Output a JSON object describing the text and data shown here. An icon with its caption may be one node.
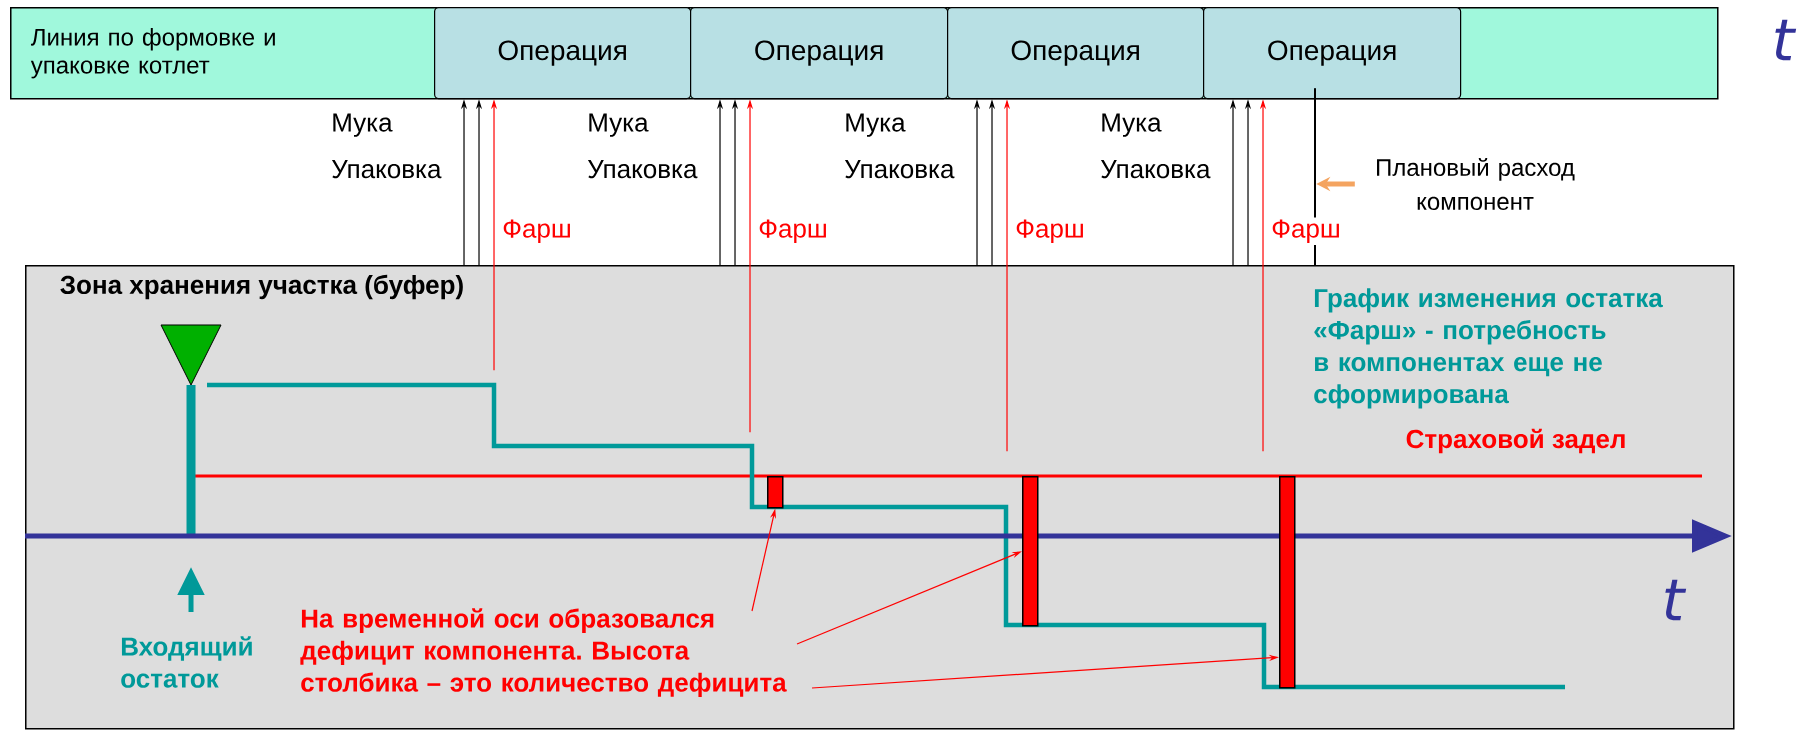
{
  "diagram": {
    "nodes": [
      {
        "text": [
          "Линия по формовке и упаковке котлет"
        ]
      },
      {
        "text": [
          "Операция"
        ],
        "in": 0
      },
      {
        "text": [
          "Операция"
        ],
        "in": 0
      },
      {
        "text": [
          "Операция"
        ],
        "in": 0
      },
      {
        "text": [
          "Операция"
        ],
        "in": 0
      },
      {
        "text": [
          "Плановый расход компонент"
        ]
      },
      {
        "text": [],
        "shape": "line"
      },
      {
        "text": [
          "Зона хранения участка (буфер)"
        ]
      },
      {
        "text": [
          "На временной оси образовался дефицит компонента. Высота столбика – это количество дефицита"
        ],
        "in": 7
      },
      {
        "text": [],
        "shape": "bar",
        "in": 7
      },
      {
        "text": [],
        "shape": "bar",
        "in": 7
      },
      {
        "text": [],
        "shape": "bar",
        "in": 7
      }
    ],
    "edges": [
      {
        "from": 7,
        "to": 1,
        "arrow": "to",
        "label": "Мука"
      },
      {
        "from": 7,
        "to": 1,
        "arrow": "to",
        "label": "Упаковка"
      },
      {
        "from": null,
        "to": 1,
        "arrow": "to",
        "label": "Фарш",
        "color": "#ff0000"
      },
      {
        "from": 7,
        "to": 2,
        "arrow": "to",
        "label": "Мука"
      },
      {
        "from": 7,
        "to": 2,
        "arrow": "to",
        "label": "Упаковка"
      },
      {
        "from": null,
        "to": 2,
        "arrow": "to",
        "label": "Фарш",
        "color": "#ff0000"
      },
      {
        "from": 7,
        "to": 3,
        "arrow": "to",
        "label": "Мука"
      },
      {
        "from": 7,
        "to": 3,
        "arrow": "to",
        "label": "Упаковка"
      },
      {
        "from": null,
        "to": 3,
        "arrow": "to",
        "label": "Фарш",
        "color": "#ff0000"
      },
      {
        "from": 7,
        "to": 4,
        "arrow": "to",
        "label": "Мука"
      },
      {
        "from": 7,
        "to": 4,
        "arrow": "to",
        "label": "Упаковка"
      },
      {
        "from": null,
        "to": 4,
        "arrow": "to",
        "label": "Фарш",
        "color": "#ff0000"
      },
      {
        "from": 5,
        "to": 6,
        "arrow": "to",
        "style": "thick",
        "color": "#f4a460"
      },
      {
        "from": 8,
        "to": 9,
        "arrow": "to",
        "color": "#ff0000"
      },
      {
        "from": 8,
        "to": 10,
        "arrow": "to",
        "color": "#ff0000"
      },
      {
        "from": 8,
        "to": 11,
        "arrow": "to",
        "color": "#ff0000"
      }
    ],
    "labels": [
      "t",
      "График изменения остатка «Фарш» - потребность в компонентах еще не сформирована",
      "Страховой задел",
      "t",
      "Входящий остаток"
    ]
  }
}
